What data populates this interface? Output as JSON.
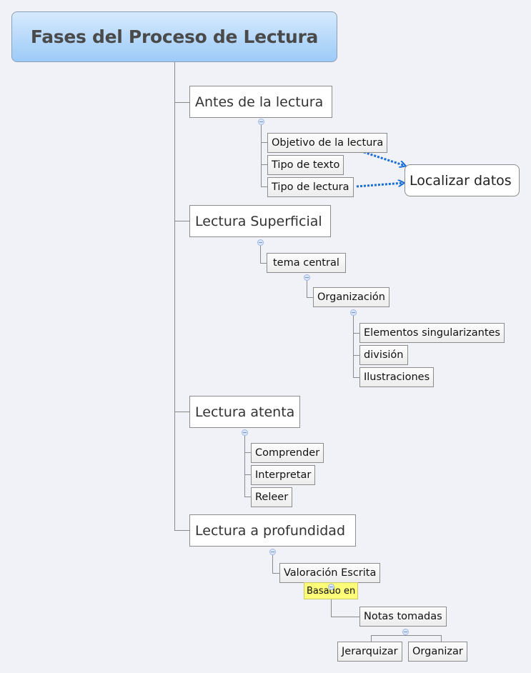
{
  "map": {
    "root": "Fases del Proceso de Lectura",
    "branches": [
      {
        "label": "Antes de la lectura",
        "children": [
          "Objetivo de la lectura",
          "Tipo de texto",
          "Tipo de lectura"
        ]
      },
      {
        "label": "Lectura Superficial",
        "children": [
          {
            "label": "tema central",
            "children": [
              {
                "label": "Organización",
                "children": [
                  "Elementos singularizantes",
                  "división",
                  "Ilustraciones"
                ]
              }
            ]
          }
        ]
      },
      {
        "label": "Lectura atenta",
        "children": [
          "Comprender",
          "Interpretar",
          "Releer"
        ]
      },
      {
        "label": "Lectura a profundidad",
        "children": [
          {
            "label": "Valoración Escrita",
            "relationship_label": "Basado en",
            "children": [
              {
                "label": "Notas tomadas",
                "children": [
                  "Jerarquizar",
                  "Organizar"
                ]
              }
            ]
          }
        ]
      }
    ],
    "floating_topic": "Localizar datos",
    "relationships": [
      {
        "from": "Objetivo de la lectura",
        "to": "Localizar datos"
      },
      {
        "from": "Tipo de lectura",
        "to": "Localizar datos"
      }
    ]
  },
  "colors": {
    "background": "#f1f2f8",
    "root_gradient_top": "#d6eafd",
    "root_gradient_bottom": "#9ccaf7",
    "relationship_arrow": "#1a6fd6",
    "label_bg": "#fcfc78"
  }
}
